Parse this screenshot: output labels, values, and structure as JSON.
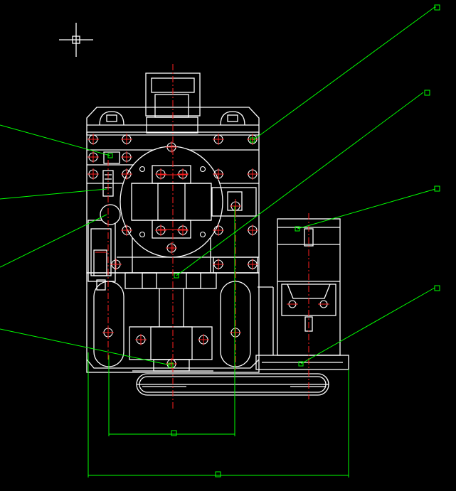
{
  "drawing": {
    "colors": {
      "background": "#000000",
      "geometry": "#ffffff",
      "centerlines": "#ff1f1f",
      "leaders_and_dimensions": "#00ff00"
    },
    "cursor_icon": "crosshair-cursor-icon",
    "leader_callouts": [
      {
        "id": "callout-top-right",
        "text": ""
      },
      {
        "id": "callout-mid-right",
        "text": ""
      },
      {
        "id": "callout-right-lower",
        "text": ""
      },
      {
        "id": "callout-right-bottom",
        "text": ""
      },
      {
        "id": "callout-left-1",
        "text": ""
      },
      {
        "id": "callout-left-2",
        "text": ""
      },
      {
        "id": "callout-left-3",
        "text": ""
      },
      {
        "id": "callout-left-4",
        "text": ""
      }
    ],
    "dimensions": [
      {
        "id": "dim-inner-width",
        "text": ""
      },
      {
        "id": "dim-overall-width",
        "text": ""
      }
    ]
  }
}
